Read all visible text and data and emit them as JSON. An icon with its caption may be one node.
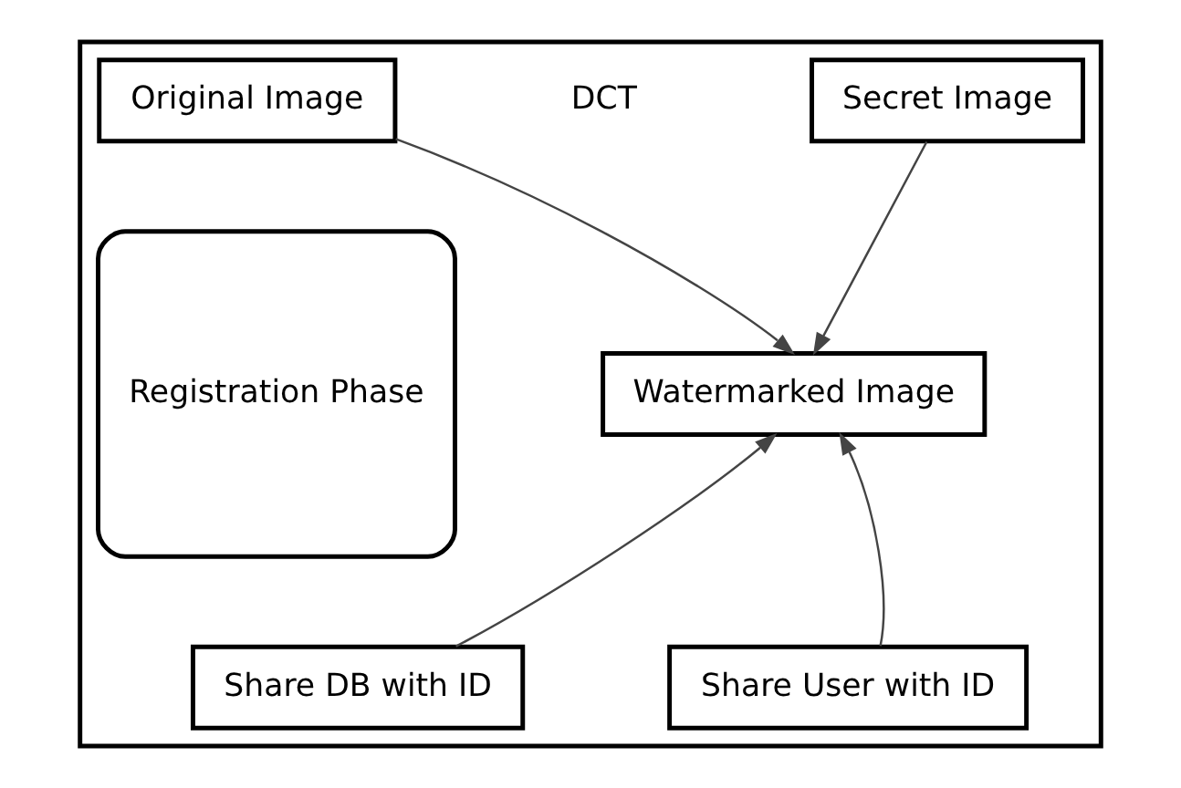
{
  "diagram": {
    "nodes": [
      {
        "text": [],
        "shape": "box"
      },
      {
        "text": [
          "Registration Phase"
        ],
        "in": 0
      },
      {
        "text": [
          "Original Image"
        ],
        "in": 0
      },
      {
        "text": [
          "Secret Image"
        ],
        "in": 0
      },
      {
        "text": [
          "Watermarked Image"
        ],
        "in": 0
      },
      {
        "text": [
          "Share DB with ID"
        ],
        "in": 0
      },
      {
        "text": [
          "Share User with ID"
        ],
        "in": 0
      }
    ],
    "edges": [
      {
        "from": 2,
        "to": 4,
        "arrow": "to"
      },
      {
        "from": 3,
        "to": 4,
        "arrow": "to"
      },
      {
        "from": 5,
        "to": 4,
        "arrow": "to"
      },
      {
        "from": 6,
        "to": 4,
        "arrow": "to"
      }
    ],
    "labels": [
      "DCT"
    ]
  }
}
